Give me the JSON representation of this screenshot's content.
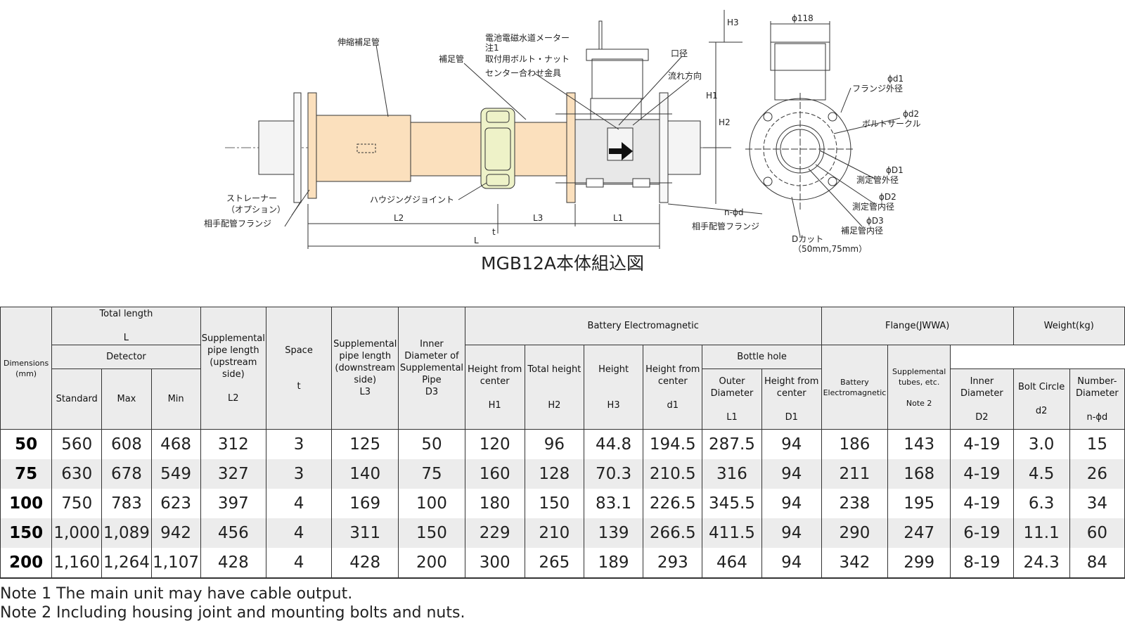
{
  "drawing": {
    "caption": "MGB12A本体組込図",
    "labels": {
      "expansion_pipe": "伸縮補足管",
      "meter_line1": "電池電磁水道メーター",
      "meter_line2": "注1",
      "bolt_nut": "取付用ボルト・ナット",
      "supp_pipe": "補足管",
      "center_fitting": "センター合わせ金具",
      "bore": "口径",
      "flow_dir": "流れ方向",
      "strainer": "ストレーナー",
      "option": "（オプション）",
      "mating_flange_left": "相手配管フランジ",
      "housing_joint": "ハウジングジョイント",
      "mating_flange_right": "相手配管フランジ",
      "n_phi_d": "n-ϕd",
      "dim_L2": "L2",
      "dim_L3": "L3",
      "dim_L1": "L1",
      "dim_L": "L",
      "dim_t": "t",
      "dim_H1": "H1",
      "dim_H2": "H2",
      "dim_H3": "H3",
      "phi118": "ϕ118",
      "phi_d1": "ϕd1",
      "flange_od": "フランジ外径",
      "phi_d2": "ϕd2",
      "bolt_circle": "ボルトサークル",
      "phi_D1": "ϕD1",
      "meas_od": "測定管外径",
      "phi_D2": "ϕD2",
      "meas_id": "測定管内径",
      "phi_D3": "ϕD3",
      "supp_id": "補足管内径",
      "d_cut": "Dカット",
      "d_cut_sizes": "（50mm,75mm）"
    }
  },
  "table": {
    "headers": {
      "dimensions": "Dimensions\n(mm)",
      "total_length": "Total length\n\nL",
      "standard": "Standard",
      "max": "Max",
      "min": "Min",
      "l2": "Supplemental\npipe length\n(upstream side)\n\nL2",
      "space": "Space\n\n\nt",
      "l3": "Supplemental\npipe length\n(downstream\nside)\nL3",
      "d3": "Inner\nDiameter of\nSupplemental\nPipe\nD3",
      "battery_em": "Battery Electromagnetic",
      "detector": "Detector",
      "outer_dia": "Outer\nDiameter\n\nL1",
      "height_center_d1": "Height from\ncenter\n\nD1",
      "inner_dia": "Inner\nDiameter\n\nD2",
      "h1": "Height from\ncenter\n\nH1",
      "h2": "Total height\n\n\nH2",
      "h3": "Height\n\n\nH3",
      "flange": "Flange(JWWA)",
      "flange_center": "Height from\ncenter\n\nd1",
      "bottle_hole": "Bottle hole",
      "bolt_circle": "Bolt Circle\n\nd2",
      "number_dia": "Number-\nDiameter\n\nn-ϕd",
      "weight": "Weight(kg)",
      "w_battery": "Battery\nElectromagnetic",
      "w_supp": "Supplemental\ntubes, etc.\n\nNote 2"
    },
    "rows": [
      [
        "50",
        "560",
        "608",
        "468",
        "312",
        "3",
        "125",
        "50",
        "120",
        "96",
        "44.8",
        "194.5",
        "287.5",
        "94",
        "186",
        "143",
        "4-19",
        "3.0",
        "15"
      ],
      [
        "75",
        "630",
        "678",
        "549",
        "327",
        "3",
        "140",
        "75",
        "160",
        "128",
        "70.3",
        "210.5",
        "316",
        "94",
        "211",
        "168",
        "4-19",
        "4.5",
        "26"
      ],
      [
        "100",
        "750",
        "783",
        "623",
        "397",
        "4",
        "169",
        "100",
        "180",
        "150",
        "83.1",
        "226.5",
        "345.5",
        "94",
        "238",
        "195",
        "4-19",
        "6.3",
        "34"
      ],
      [
        "150",
        "1,000",
        "1,089",
        "942",
        "456",
        "4",
        "311",
        "150",
        "229",
        "210",
        "139",
        "266.5",
        "411.5",
        "94",
        "290",
        "247",
        "6-19",
        "11.1",
        "60"
      ],
      [
        "200",
        "1,160",
        "1,264",
        "1,107",
        "428",
        "4",
        "428",
        "200",
        "300",
        "265",
        "189",
        "293",
        "464",
        "94",
        "342",
        "299",
        "8-19",
        "24.3",
        "84"
      ]
    ]
  },
  "notes": [
    "Note 1 The main unit may have cable output.",
    "Note 2 Including housing joint and mounting bolts and nuts."
  ],
  "colors": {
    "pipe_fill": "#fbe0bd",
    "joint_fill": "#eef2c8",
    "body_fill": "#e8e8e8",
    "header_bg": "#ececec",
    "stripe_bg": "#ececec",
    "line": "#333333"
  }
}
